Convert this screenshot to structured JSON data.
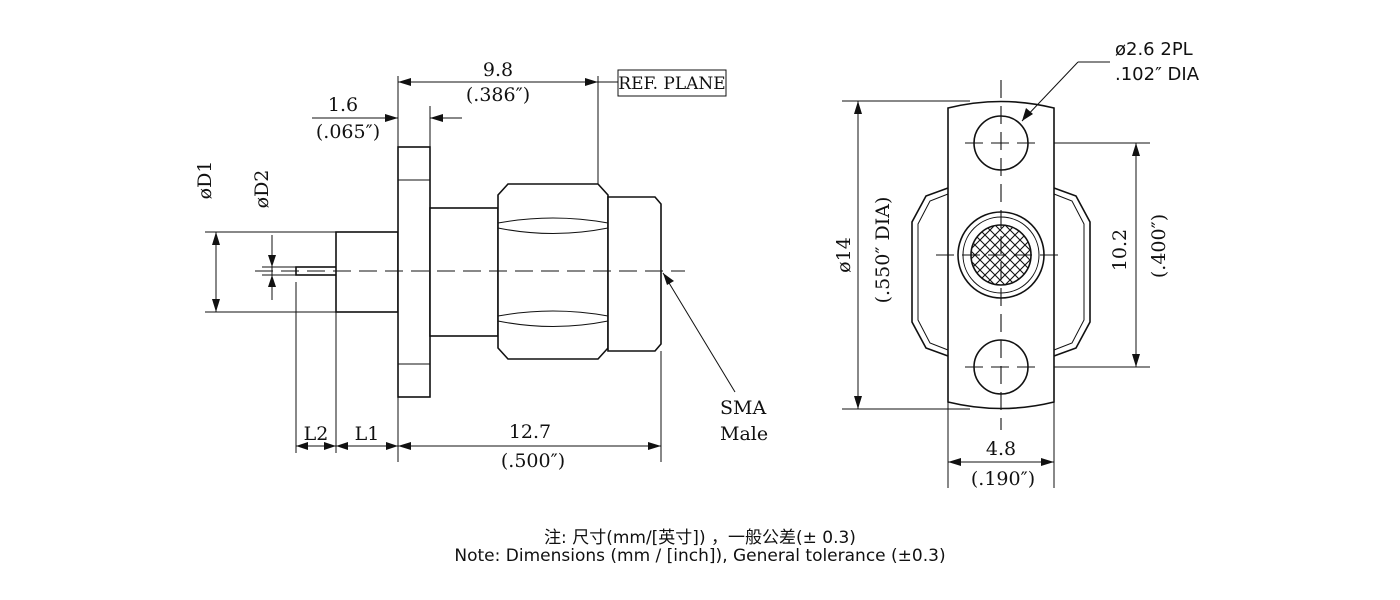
{
  "side_view": {
    "dim_ref_length": "9.8",
    "dim_ref_length_in": "(.386″)",
    "ref_plane": "REF. PLANE",
    "dim_flange": "1.6",
    "dim_flange_in": "(.065″)",
    "label_d1": "øD1",
    "label_d2": "øD2",
    "label_l2": "L2",
    "label_l1": "L1",
    "dim_body_length": "12.7",
    "dim_body_length_in": "(.500″)",
    "callout_line1": "SMA",
    "callout_line2": "Male"
  },
  "front_view": {
    "hole_callout_line1": "ø2.6  2PL",
    "hole_callout_line2": ".102″  DIA",
    "dim_outer_dia": "ø14",
    "dim_outer_dia_in": "(.550″  DIA)",
    "dim_hole_spacing": "10.2",
    "dim_hole_spacing_in": "(.400″)",
    "dim_width": "4.8",
    "dim_width_in": "(.190″)"
  },
  "notes": {
    "chinese": "注: 尺寸(mm/[英寸]) ，一般公差(± 0.3)",
    "english": "Note: Dimensions (mm / [inch]), General tolerance (±0.3)"
  }
}
